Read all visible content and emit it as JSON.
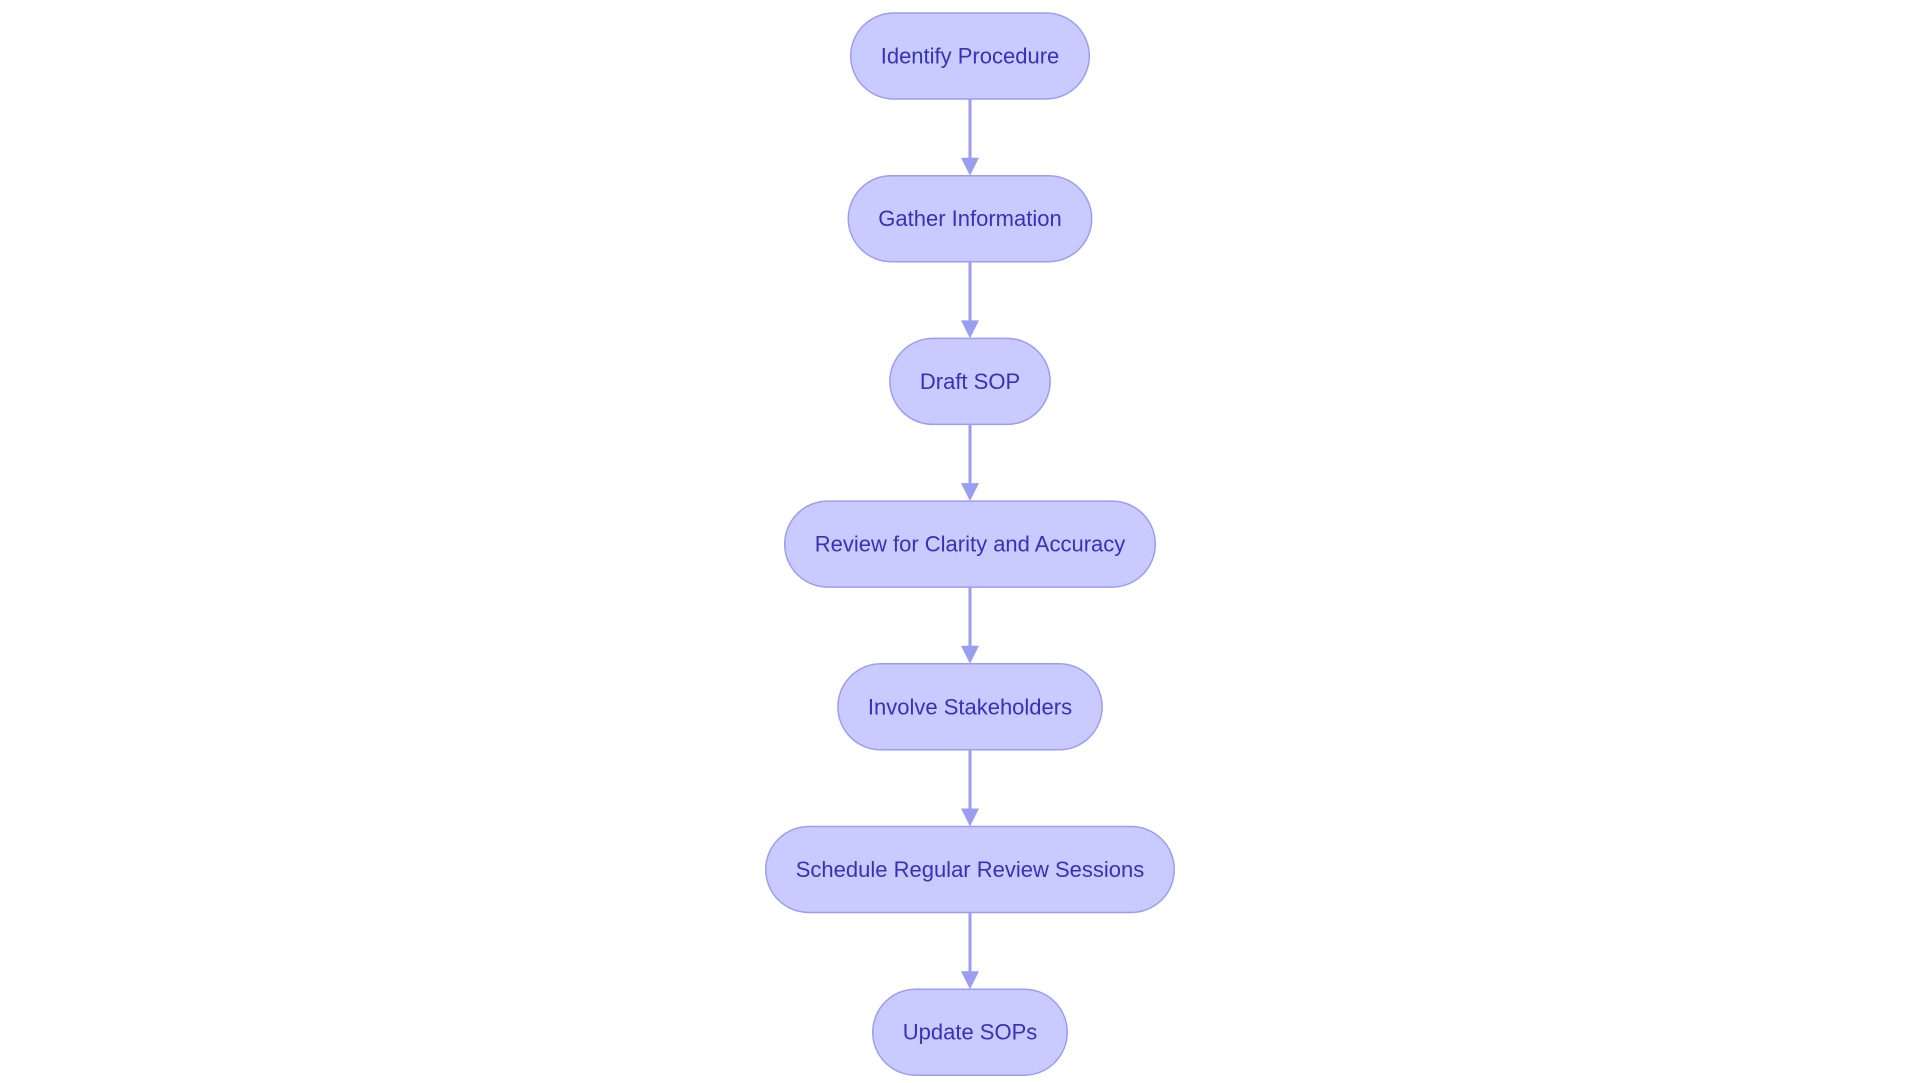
{
  "diagram": {
    "type": "flowchart",
    "direction": "top-to-bottom",
    "colors": {
      "node_fill": "#c9caff",
      "node_border": "#9a9ef0",
      "node_text": "#3532b8",
      "edge": "#9a9ef0",
      "background": "#ffffff"
    },
    "nodes": [
      {
        "id": "identify-procedure",
        "label": "Identify Procedure"
      },
      {
        "id": "gather-information",
        "label": "Gather Information"
      },
      {
        "id": "draft-sop",
        "label": "Draft SOP"
      },
      {
        "id": "review-clarity-accuracy",
        "label": "Review for Clarity and Accuracy"
      },
      {
        "id": "involve-stakeholders",
        "label": "Involve Stakeholders"
      },
      {
        "id": "schedule-review-sessions",
        "label": "Schedule Regular Review Sessions"
      },
      {
        "id": "update-sops",
        "label": "Update SOPs"
      }
    ],
    "edges": [
      {
        "from": "identify-procedure",
        "to": "gather-information"
      },
      {
        "from": "gather-information",
        "to": "draft-sop"
      },
      {
        "from": "draft-sop",
        "to": "review-clarity-accuracy"
      },
      {
        "from": "review-clarity-accuracy",
        "to": "involve-stakeholders"
      },
      {
        "from": "involve-stakeholders",
        "to": "schedule-review-sessions"
      },
      {
        "from": "schedule-review-sessions",
        "to": "update-sops"
      }
    ]
  }
}
